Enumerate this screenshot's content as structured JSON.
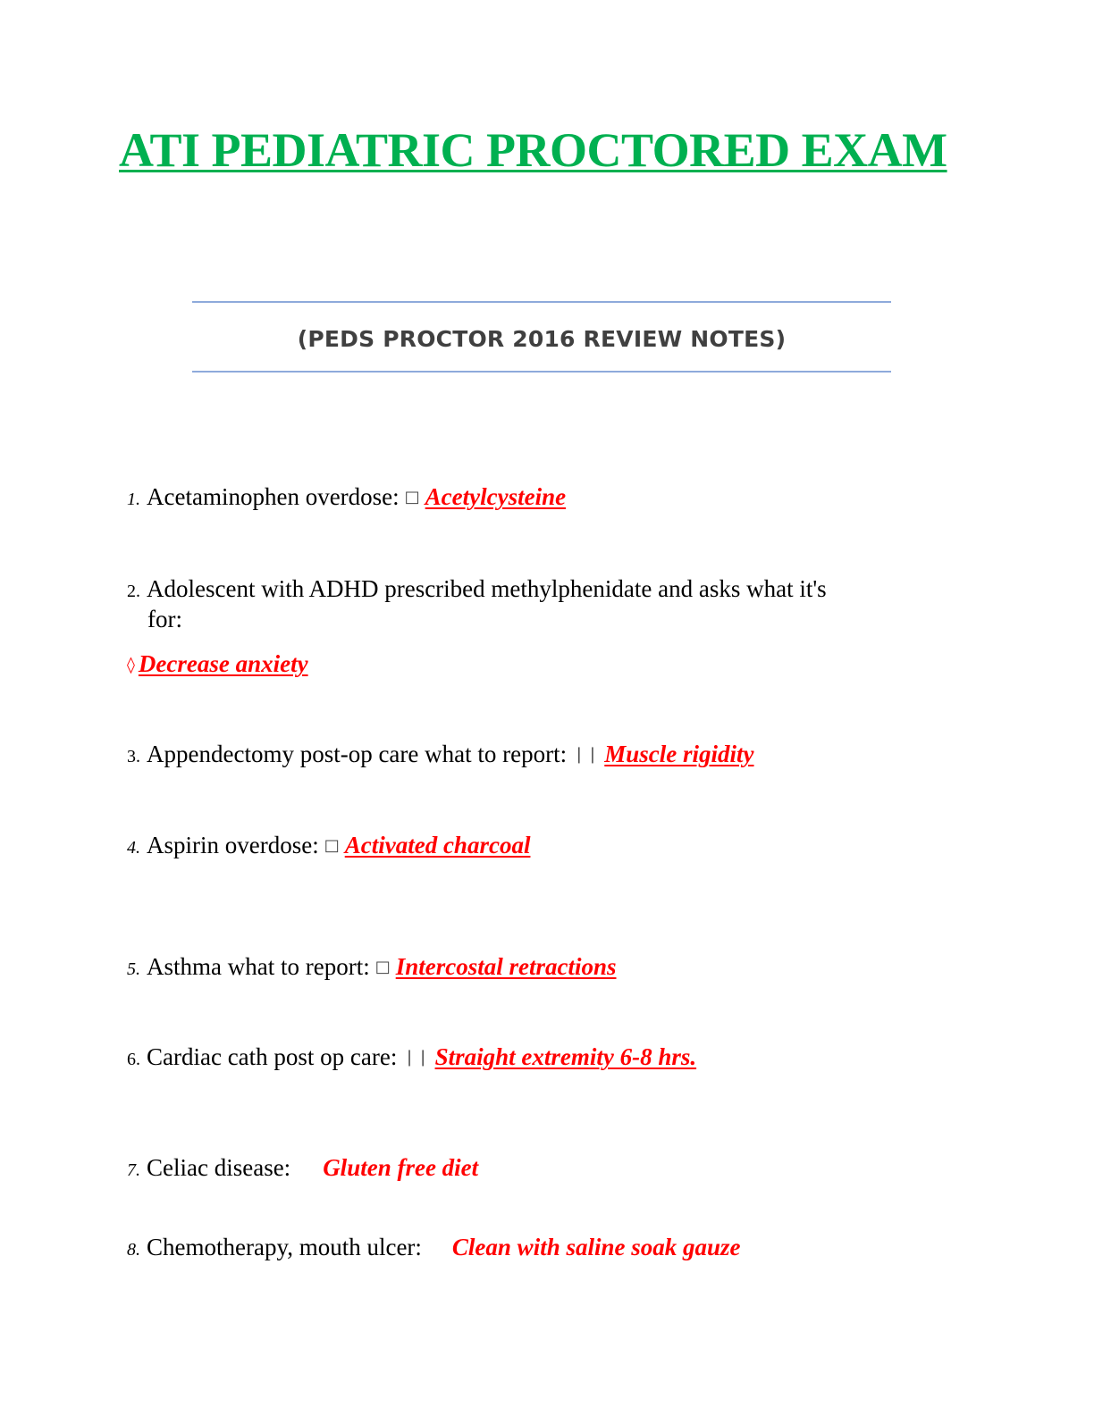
{
  "title": "ATI PEDIATRIC PROCTORED EXAM",
  "subtitle": "(PEDS PROCTOR 2016 REVIEW NOTES)",
  "colors": {
    "title": "#00b050",
    "answer": "#ff0000",
    "rule": "#8eaadb"
  },
  "items": [
    {
      "num": "1.",
      "question": "Acetaminophen overdose:",
      "arrow": "□",
      "answer": "Acetylcysteine"
    },
    {
      "num": "2.",
      "question": "Adolescent with ADHD prescribed methylphenidate and asks what it's",
      "question_cont": "for:",
      "arrow": "◊",
      "answer": "Decrease anxiety"
    },
    {
      "num": "3.",
      "question": "Appendectomy post-op care what to report:",
      "arrow": "❘❘",
      "answer": "Muscle rigidity"
    },
    {
      "num": "4.",
      "question": "Aspirin overdose:",
      "arrow": "□",
      "answer": "Activated charcoal"
    },
    {
      "num": "5.",
      "question": "Asthma what to report:",
      "arrow": "□",
      "answer": "Intercostal retractions"
    },
    {
      "num": "6.",
      "question": "Cardiac cath post op care:",
      "arrow": "❘❘",
      "answer": "Straight extremity 6-8 hrs."
    },
    {
      "num": "7.",
      "question": "Celiac disease:",
      "answer": "Gluten free diet"
    },
    {
      "num": "8.",
      "question": "Chemotherapy, mouth ulcer:",
      "answer": "Clean with saline soak gauze"
    }
  ]
}
